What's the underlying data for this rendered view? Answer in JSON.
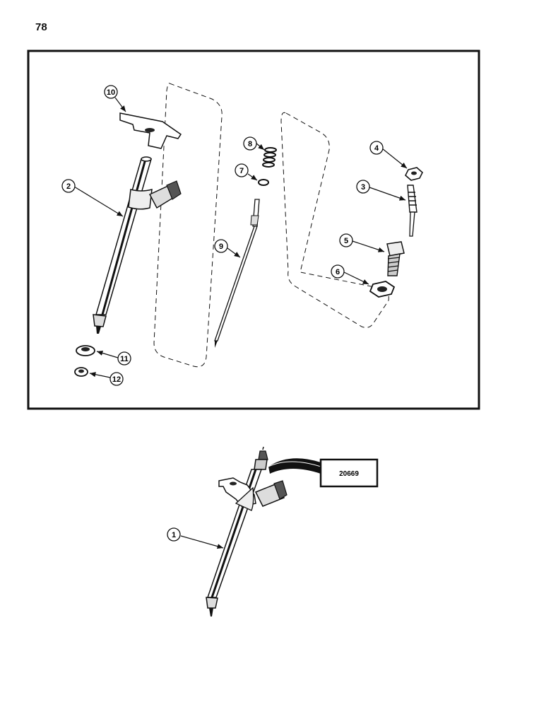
{
  "page": {
    "number": "78"
  },
  "callouts": {
    "c1": "1",
    "c2": "2",
    "c3": "3",
    "c4": "4",
    "c5": "5",
    "c6": "6",
    "c7": "7",
    "c8": "8",
    "c9": "9",
    "c10": "10",
    "c11": "11",
    "c12": "12"
  },
  "assembly": {
    "part_number": "20669"
  }
}
